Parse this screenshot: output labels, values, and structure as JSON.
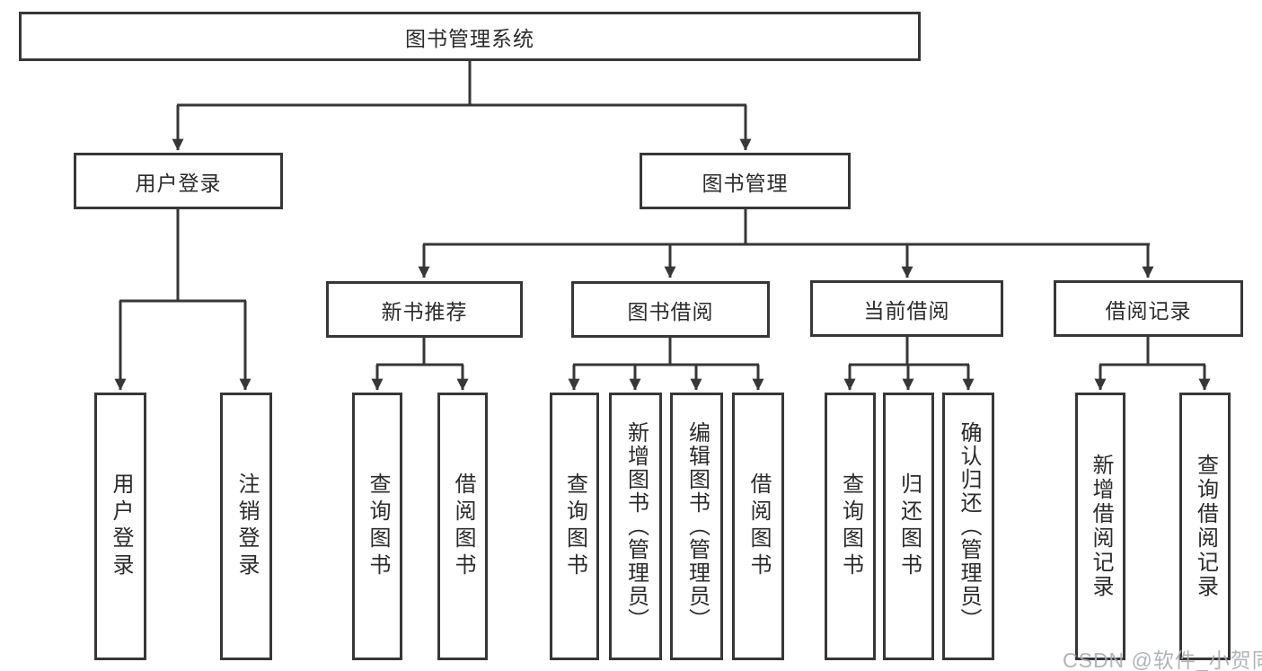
{
  "diagram": {
    "type": "hierarchy-tree",
    "title": "图书管理系统",
    "colors": {
      "line": "#373737",
      "box_border": "#373737",
      "text": "#2b2b2b",
      "background": "#ffffff",
      "watermark": "#a8acb1"
    }
  },
  "nodes": {
    "root": {
      "label": "图书管理系统"
    },
    "level2": [
      {
        "label": "用户登录"
      },
      {
        "label": "图书管理"
      }
    ],
    "level3": [
      {
        "label": "新书推荐"
      },
      {
        "label": "图书借阅"
      },
      {
        "label": "当前借阅"
      },
      {
        "label": "借阅记录"
      }
    ],
    "leaves": {
      "user_login": [
        {
          "label": "用户登录"
        },
        {
          "label": "注销登录"
        }
      ],
      "new_book": [
        {
          "label": "查询图书"
        },
        {
          "label": "借阅图书"
        }
      ],
      "borrow": [
        {
          "label": "查询图书"
        },
        {
          "label": "新增图书（管理员）"
        },
        {
          "label": "编辑图书（管理员）"
        },
        {
          "label": "借阅图书"
        }
      ],
      "current": [
        {
          "label": "查询图书"
        },
        {
          "label": "归还图书"
        },
        {
          "label": "确认归还（管理员）"
        }
      ],
      "records": [
        {
          "label": "新增借阅记录"
        },
        {
          "label": "查询借阅记录"
        }
      ]
    }
  },
  "watermark": {
    "text": "CSDN @软件_小贺同学"
  }
}
